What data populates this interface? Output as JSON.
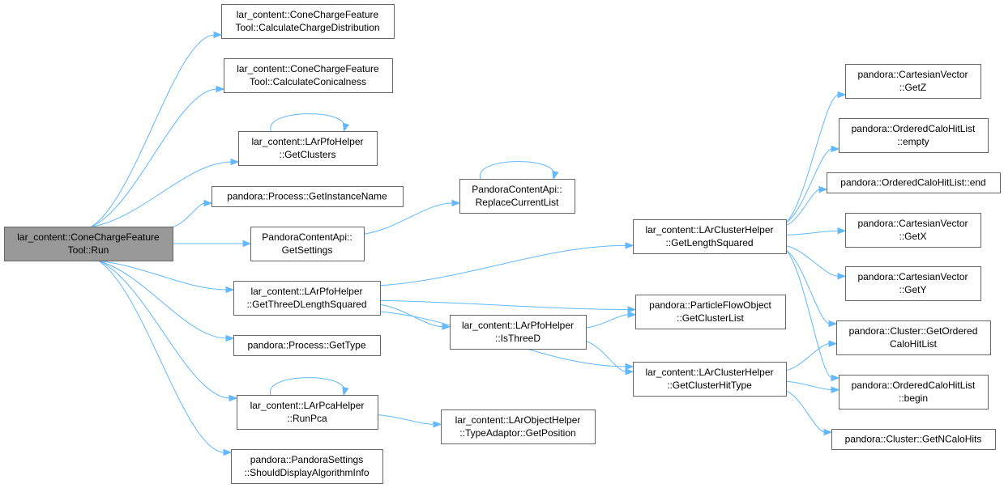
{
  "nodes": [
    {
      "id": "run",
      "lines": [
        "lar_content::ConeChargeFeature",
        "Tool::Run"
      ],
      "root": true
    },
    {
      "id": "calcChargeDist",
      "lines": [
        "lar_content::ConeChargeFeature",
        "Tool::CalculateChargeDistribution"
      ]
    },
    {
      "id": "calcConicalness",
      "lines": [
        "lar_content::ConeChargeFeature",
        "Tool::CalculateConicalness"
      ]
    },
    {
      "id": "getClusters",
      "lines": [
        "lar_content::LArPfoHelper",
        "::GetClusters"
      ]
    },
    {
      "id": "getInstanceName",
      "lines": [
        "pandora::Process::GetInstanceName"
      ]
    },
    {
      "id": "getSettings",
      "lines": [
        "PandoraContentApi::",
        "GetSettings"
      ]
    },
    {
      "id": "replaceCurrentList",
      "lines": [
        "PandoraContentApi::",
        "ReplaceCurrentList"
      ]
    },
    {
      "id": "getThreeDLengthSquared",
      "lines": [
        "lar_content::LArPfoHelper",
        "::GetThreeDLengthSquared"
      ]
    },
    {
      "id": "getType",
      "lines": [
        "pandora::Process::GetType"
      ]
    },
    {
      "id": "runPca",
      "lines": [
        "lar_content::LArPcaHelper",
        "::RunPca"
      ]
    },
    {
      "id": "shouldDisplay",
      "lines": [
        "pandora::PandoraSettings",
        "::ShouldDisplayAlgorithmInfo"
      ]
    },
    {
      "id": "isThreeD",
      "lines": [
        "lar_content::LArPfoHelper",
        "::IsThreeD"
      ]
    },
    {
      "id": "getPosition",
      "lines": [
        "lar_content::LArObjectHelper",
        "::TypeAdaptor::GetPosition"
      ]
    },
    {
      "id": "getLengthSquared",
      "lines": [
        "lar_content::LArClusterHelper",
        "::GetLengthSquared"
      ]
    },
    {
      "id": "getClusterList",
      "lines": [
        "pandora::ParticleFlowObject",
        "::GetClusterList"
      ]
    },
    {
      "id": "getClusterHitType",
      "lines": [
        "lar_content::LArClusterHelper",
        "::GetClusterHitType"
      ]
    },
    {
      "id": "getZ",
      "lines": [
        "pandora::CartesianVector",
        "::GetZ"
      ]
    },
    {
      "id": "empty",
      "lines": [
        "pandora::OrderedCaloHitList",
        "::empty"
      ]
    },
    {
      "id": "end",
      "lines": [
        "pandora::OrderedCaloHitList::end"
      ]
    },
    {
      "id": "getX",
      "lines": [
        "pandora::CartesianVector",
        "::GetX"
      ]
    },
    {
      "id": "getY",
      "lines": [
        "pandora::CartesianVector",
        "::GetY"
      ]
    },
    {
      "id": "getOrderedCaloHitList",
      "lines": [
        "pandora::Cluster::GetOrdered",
        "CaloHitList"
      ]
    },
    {
      "id": "begin",
      "lines": [
        "pandora::OrderedCaloHitList",
        "::begin"
      ]
    },
    {
      "id": "getNCaloHits",
      "lines": [
        "pandora::Cluster::GetNCaloHits"
      ]
    }
  ],
  "edges": [
    {
      "from": "run",
      "to": "calcChargeDist"
    },
    {
      "from": "run",
      "to": "calcConicalness"
    },
    {
      "from": "run",
      "to": "getClusters"
    },
    {
      "from": "run",
      "to": "getInstanceName"
    },
    {
      "from": "run",
      "to": "getSettings"
    },
    {
      "from": "run",
      "to": "getThreeDLengthSquared"
    },
    {
      "from": "run",
      "to": "getType"
    },
    {
      "from": "run",
      "to": "runPca"
    },
    {
      "from": "run",
      "to": "shouldDisplay"
    },
    {
      "from": "getClusters",
      "to": "getClusters"
    },
    {
      "from": "getSettings",
      "to": "replaceCurrentList"
    },
    {
      "from": "replaceCurrentList",
      "to": "replaceCurrentList"
    },
    {
      "from": "getThreeDLengthSquared",
      "to": "getLengthSquared"
    },
    {
      "from": "getThreeDLengthSquared",
      "to": "getClusterList"
    },
    {
      "from": "getThreeDLengthSquared",
      "to": "isThreeD"
    },
    {
      "from": "getThreeDLengthSquared",
      "to": "getClusterHitType"
    },
    {
      "from": "runPca",
      "to": "runPca"
    },
    {
      "from": "runPca",
      "to": "getPosition"
    },
    {
      "from": "isThreeD",
      "to": "getClusterList"
    },
    {
      "from": "isThreeD",
      "to": "getClusterHitType"
    },
    {
      "from": "getLengthSquared",
      "to": "getZ"
    },
    {
      "from": "getLengthSquared",
      "to": "empty"
    },
    {
      "from": "getLengthSquared",
      "to": "end"
    },
    {
      "from": "getLengthSquared",
      "to": "getX"
    },
    {
      "from": "getLengthSquared",
      "to": "getY"
    },
    {
      "from": "getLengthSquared",
      "to": "getOrderedCaloHitList"
    },
    {
      "from": "getLengthSquared",
      "to": "begin"
    },
    {
      "from": "getClusterHitType",
      "to": "getOrderedCaloHitList"
    },
    {
      "from": "getClusterHitType",
      "to": "begin"
    },
    {
      "from": "getClusterHitType",
      "to": "getNCaloHits"
    }
  ]
}
